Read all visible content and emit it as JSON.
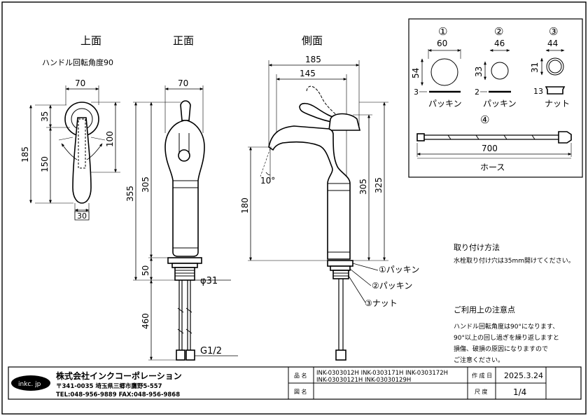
{
  "views": {
    "top": "上面",
    "front": "正面",
    "side": "側面",
    "handle_angle": "ハンドル回転角度90"
  },
  "dims": {
    "top_width": "70",
    "top_len": "185",
    "top_150": "150",
    "top_35": "35",
    "top_100": "100",
    "top_30": "30",
    "front_width": "70",
    "front_355": "355",
    "front_305": "305",
    "front_50": "50",
    "front_460": "460",
    "phi31": "φ31",
    "thread": "G1/2",
    "side_185": "185",
    "side_145": "145",
    "side_325": "325",
    "side_305": "305",
    "side_180": "180",
    "angle10": "10°"
  },
  "callouts": {
    "c1": "①パッキン",
    "c2": "②パッキン",
    "c3": "③ナット"
  },
  "parts": {
    "p1": {
      "no": "①",
      "dia": "60",
      "h": "54",
      "thk": "3",
      "name": "パッキン"
    },
    "p2": {
      "no": "②",
      "dia": "46",
      "h": "33",
      "thk": "2",
      "name": "パッキン"
    },
    "p3": {
      "no": "③",
      "dia": "44",
      "h": "31",
      "thk": "13",
      "name": "ナット"
    },
    "p4": {
      "no": "④",
      "len": "700",
      "name": "ホース"
    }
  },
  "install": {
    "title": "取り付け方法",
    "text": "水栓取り付け穴は35mm開けてください。"
  },
  "notes": {
    "title": "ご利用上の注意点",
    "lines": [
      "ハンドル回転角度は90°になります、",
      "90°以上の回し過ぎを繰り返しますと",
      "損傷、破損の原因になりますので",
      "ご注意ください。"
    ]
  },
  "titleblock": {
    "logo": "inkc. jp",
    "company": "株式会社インクコーポレーション",
    "address": "〒341-0035 埼玉県三郷市鷹野5-557",
    "tel": "TEL:048-956-9889  FAX:048-956-9868",
    "label_name": "品 名",
    "label_fig": "図 名",
    "products_1": "INK-0303012H  INK-0303171H  INK-0303172H",
    "products_2": "INK-03030121H  INK-03030129H",
    "label_date": "作 成 日",
    "date": "2025.3.24",
    "label_scale": "尺 度",
    "scale": "1/4"
  }
}
